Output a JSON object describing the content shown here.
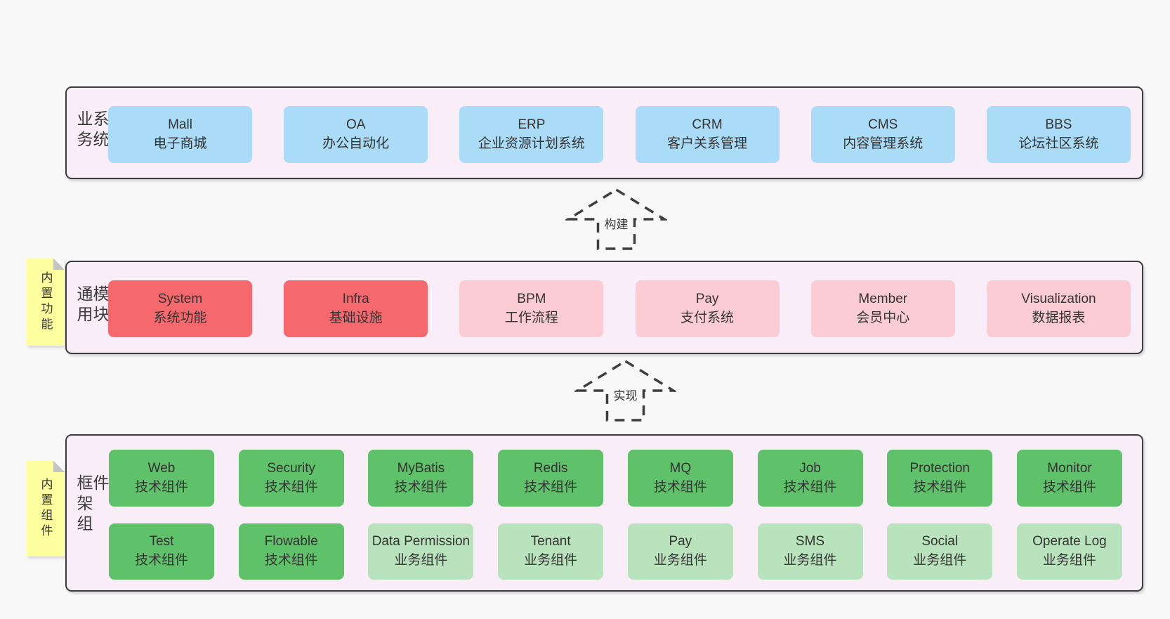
{
  "colors": {
    "page_bg": "#f8f8f8",
    "band_bg": "#f9eef7",
    "band_border": "#3c3c3c",
    "blue_box": "#abdcf7",
    "red_box": "#f5696e",
    "pink_box": "#fbccd3",
    "green_dark_box": "#5fc169",
    "green_light_box": "#b9e3bc",
    "note_yellow": "#feff9e"
  },
  "arrows": [
    {
      "label": "构建"
    },
    {
      "label": "实现"
    }
  ],
  "bands": [
    {
      "label": "业务系统",
      "rows": [
        {
          "boxes": [
            {
              "name": "Mall",
              "desc": "电子商城"
            },
            {
              "name": "OA",
              "desc": "办公自动化"
            },
            {
              "name": "ERP",
              "desc": "企业资源计划系统"
            },
            {
              "name": "CRM",
              "desc": "客户关系管理"
            },
            {
              "name": "CMS",
              "desc": "内容管理系统"
            },
            {
              "name": "BBS",
              "desc": "论坛社区系统"
            }
          ]
        }
      ]
    },
    {
      "label": "通用模块",
      "note": "内置功能",
      "rows": [
        {
          "boxes": [
            {
              "name": "System",
              "desc": "系统功能"
            },
            {
              "name": "Infra",
              "desc": "基础设施"
            },
            {
              "name": "BPM",
              "desc": "工作流程"
            },
            {
              "name": "Pay",
              "desc": "支付系统"
            },
            {
              "name": "Member",
              "desc": "会员中心"
            },
            {
              "name": "Visualization",
              "desc": "数据报表"
            }
          ]
        }
      ]
    },
    {
      "label": "框架组件",
      "note": "内置组件",
      "rows": [
        {
          "boxes": [
            {
              "name": "Web",
              "desc": "技术组件"
            },
            {
              "name": "Security",
              "desc": "技术组件"
            },
            {
              "name": "MyBatis",
              "desc": "技术组件"
            },
            {
              "name": "Redis",
              "desc": "技术组件"
            },
            {
              "name": "MQ",
              "desc": "技术组件"
            },
            {
              "name": "Job",
              "desc": "技术组件"
            },
            {
              "name": "Protection",
              "desc": "技术组件"
            },
            {
              "name": "Monitor",
              "desc": "技术组件"
            }
          ]
        },
        {
          "boxes": [
            {
              "name": "Test",
              "desc": "技术组件"
            },
            {
              "name": "Flowable",
              "desc": "技术组件"
            },
            {
              "name": "Data Permission",
              "desc": "业务组件"
            },
            {
              "name": "Tenant",
              "desc": "业务组件"
            },
            {
              "name": "Pay",
              "desc": "业务组件"
            },
            {
              "name": "SMS",
              "desc": "业务组件"
            },
            {
              "name": "Social",
              "desc": "业务组件"
            },
            {
              "name": "Operate Log",
              "desc": "业务组件"
            }
          ]
        }
      ]
    }
  ]
}
